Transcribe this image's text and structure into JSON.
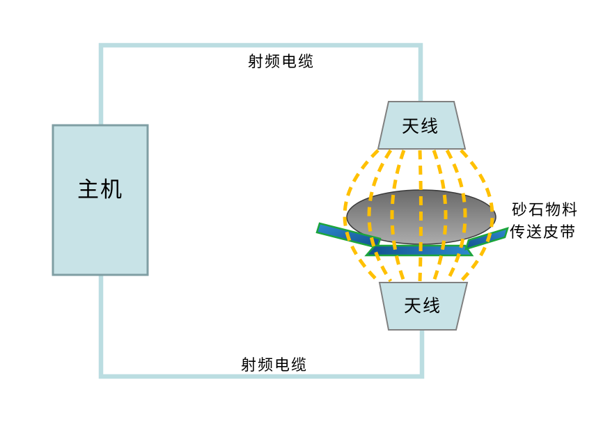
{
  "labels": {
    "host": "主机",
    "antenna_top": "天线",
    "antenna_bottom": "天线",
    "rf_cable_top": "射频电缆",
    "rf_cable_bottom": "射频电缆",
    "material": "砂石物料",
    "belt": "传送皮带"
  },
  "colors": {
    "background": "#FFFFFF",
    "cable": "#BBDDE1",
    "device_fill": "#C8E3E7",
    "host_border": "#7F9EA3",
    "antenna_border": "#808080",
    "field_line": "#FFC000",
    "belt_green": "#1CA53C",
    "belt_blue_light": "#2F89CF",
    "belt_blue_dark": "#11518D",
    "material_gray_dark": "#696969",
    "material_gray_light": "#ACACAC",
    "material_outline": "#3A3A3A",
    "text": "#000000"
  }
}
